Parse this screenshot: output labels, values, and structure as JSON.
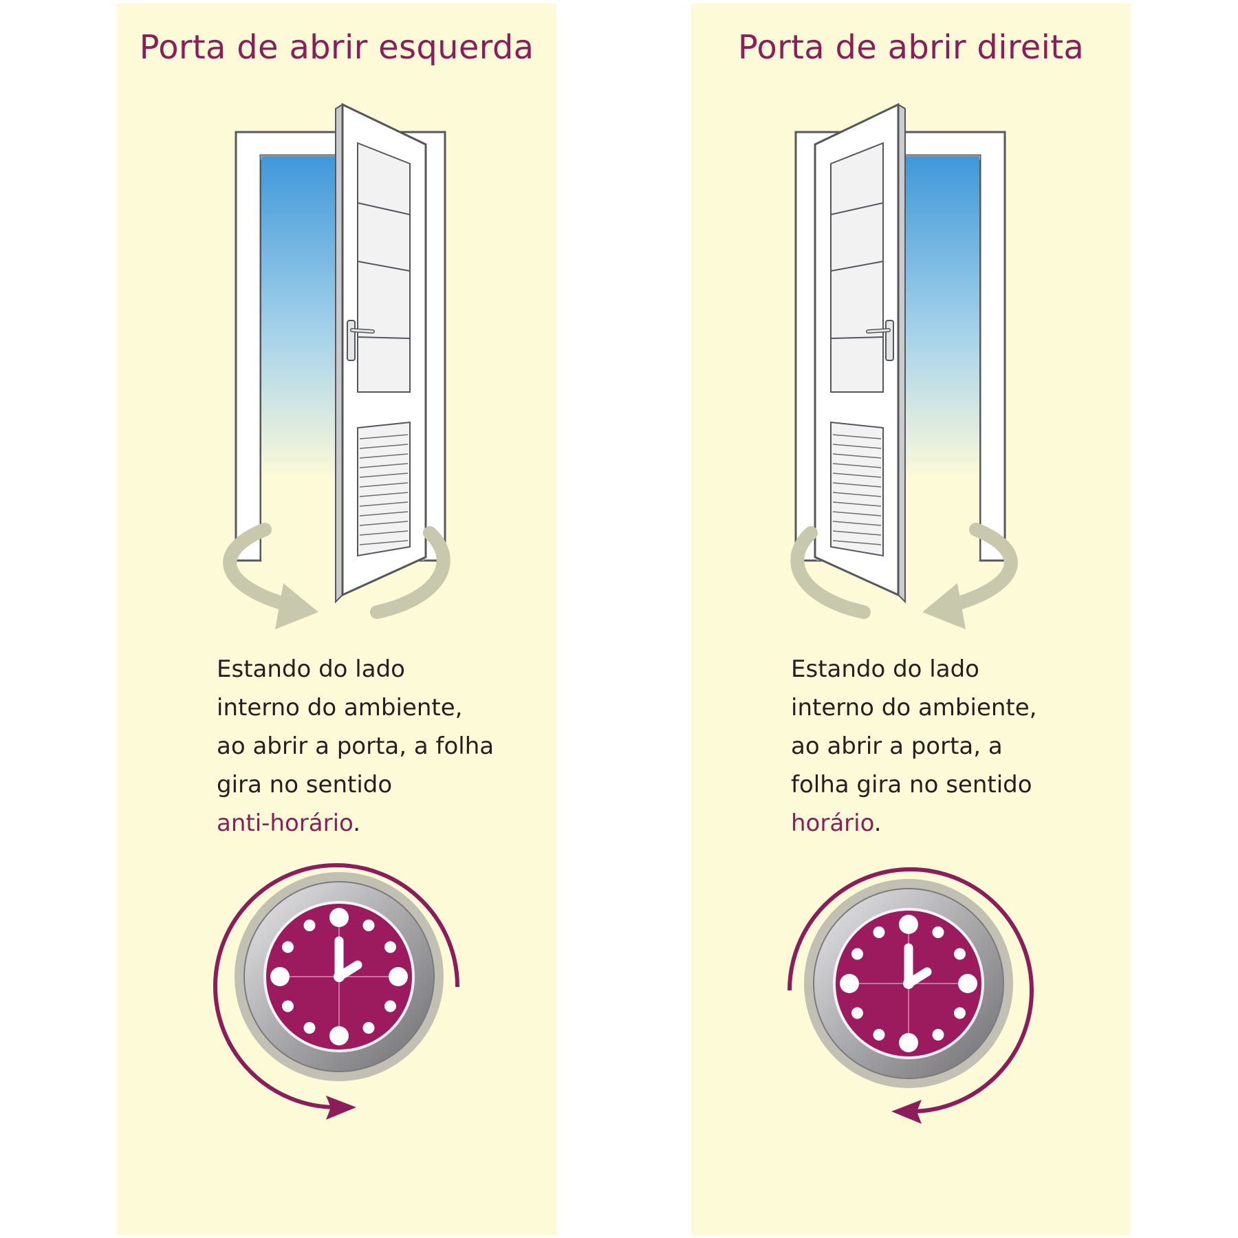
{
  "panels": [
    {
      "title": "Porta de abrir esquerda",
      "description_lines": [
        "Estando do lado",
        "interno do ambiente,",
        "ao abrir a porta, a folha",
        "gira no sentido"
      ],
      "direction_word": "anti-horário",
      "direction_suffix": "."
    },
    {
      "title": "Porta de abrir direita",
      "description_lines": [
        "Estando do lado",
        "interno do ambiente,",
        "ao abrir a porta, a",
        "folha gira no sentido"
      ],
      "direction_word": "horário",
      "direction_suffix": "."
    }
  ],
  "colors": {
    "panel_background": "#fdfad8",
    "accent": "#8a1d5a",
    "text": "#231f20",
    "door_arrow": "#c8c8ad",
    "clock_face": "#9c1a5e",
    "clock_rim": "#a9a9ab"
  },
  "icons": [
    "open-door-icon",
    "door-swing-arrow-icon",
    "clock-icon",
    "rotation-arrow-icon"
  ]
}
